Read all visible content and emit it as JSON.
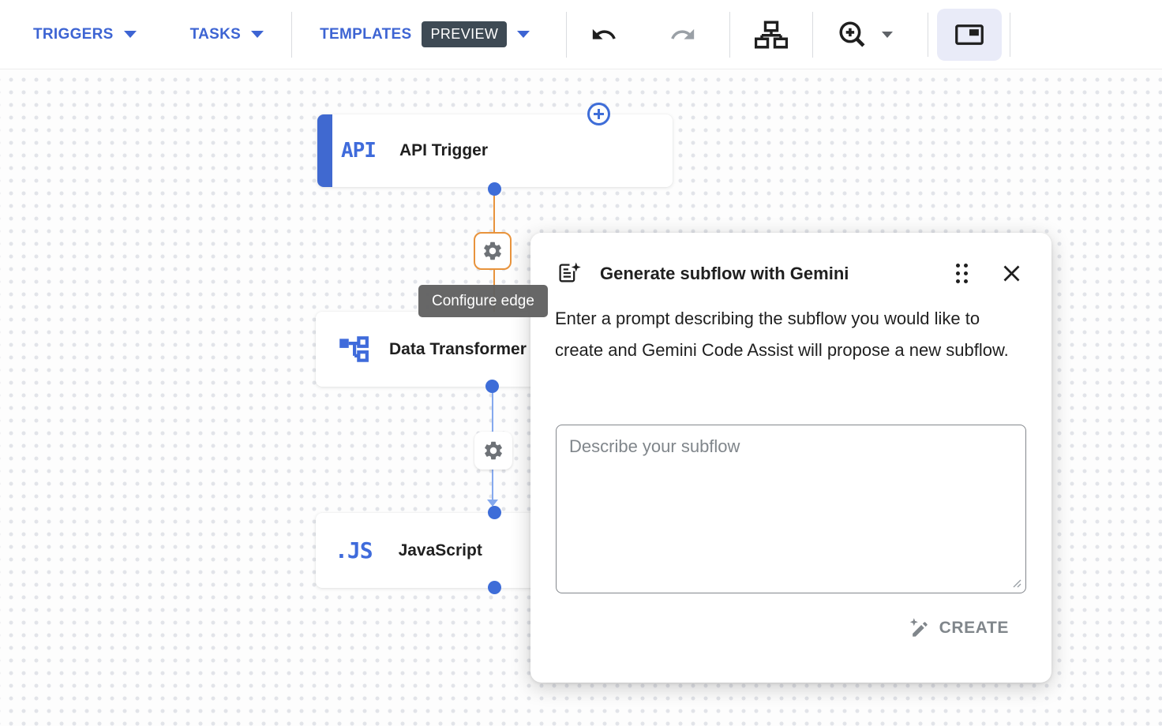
{
  "toolbar": {
    "triggers": "TRIGGERS",
    "tasks": "TASKS",
    "templates": "TEMPLATES",
    "preview_badge": "PREVIEW"
  },
  "canvas": {
    "edge_tooltip": "Configure edge",
    "nodes": [
      {
        "id": "api-trigger",
        "icon_text": "API",
        "label": "API Trigger"
      },
      {
        "id": "data-transformer",
        "label": "Data Transformer"
      },
      {
        "id": "javascript",
        "icon_text": ".JS",
        "label": "JavaScript"
      }
    ]
  },
  "dialog": {
    "title": "Generate subflow with Gemini",
    "description": "Enter a prompt describing the subflow you would like to create and Gemini Code Assist will propose a new subflow.",
    "prompt_placeholder": "Describe your subflow",
    "create_button": "CREATE"
  },
  "icons": {
    "chevron-down-icon": "▾",
    "undo-icon": "↶",
    "redo-icon": "↷",
    "sitemap-icon": "org-chart",
    "zoom-in-icon": "magnifier-plus",
    "minimap-icon": "picture-in-picture",
    "plus-circle-icon": "⊕",
    "gear-icon": "⚙",
    "gemini-doc-icon": "document-with-sparkle",
    "drag-handle-icon": "⠿",
    "close-icon": "✕",
    "magic-pencil-icon": "pencil-with-sparkle",
    "data-transformer-icon": "linked-squares",
    "resize-handle-icon": "diagonal-grip"
  },
  "colors": {
    "primary_blue": "#3d64d3",
    "node_blue": "#3f6bdb",
    "node_accent": "#4069d0",
    "edge_orange": "#e8933c",
    "edge_blue": "#85a9ee",
    "connector_dot": "#3e6dd8",
    "preview_badge_bg": "#3e4a54",
    "tooltip_bg": "#616161",
    "active_button_bg": "#e9ebf8",
    "text_dark": "#1f1f1f",
    "muted_gray": "#80868b"
  }
}
